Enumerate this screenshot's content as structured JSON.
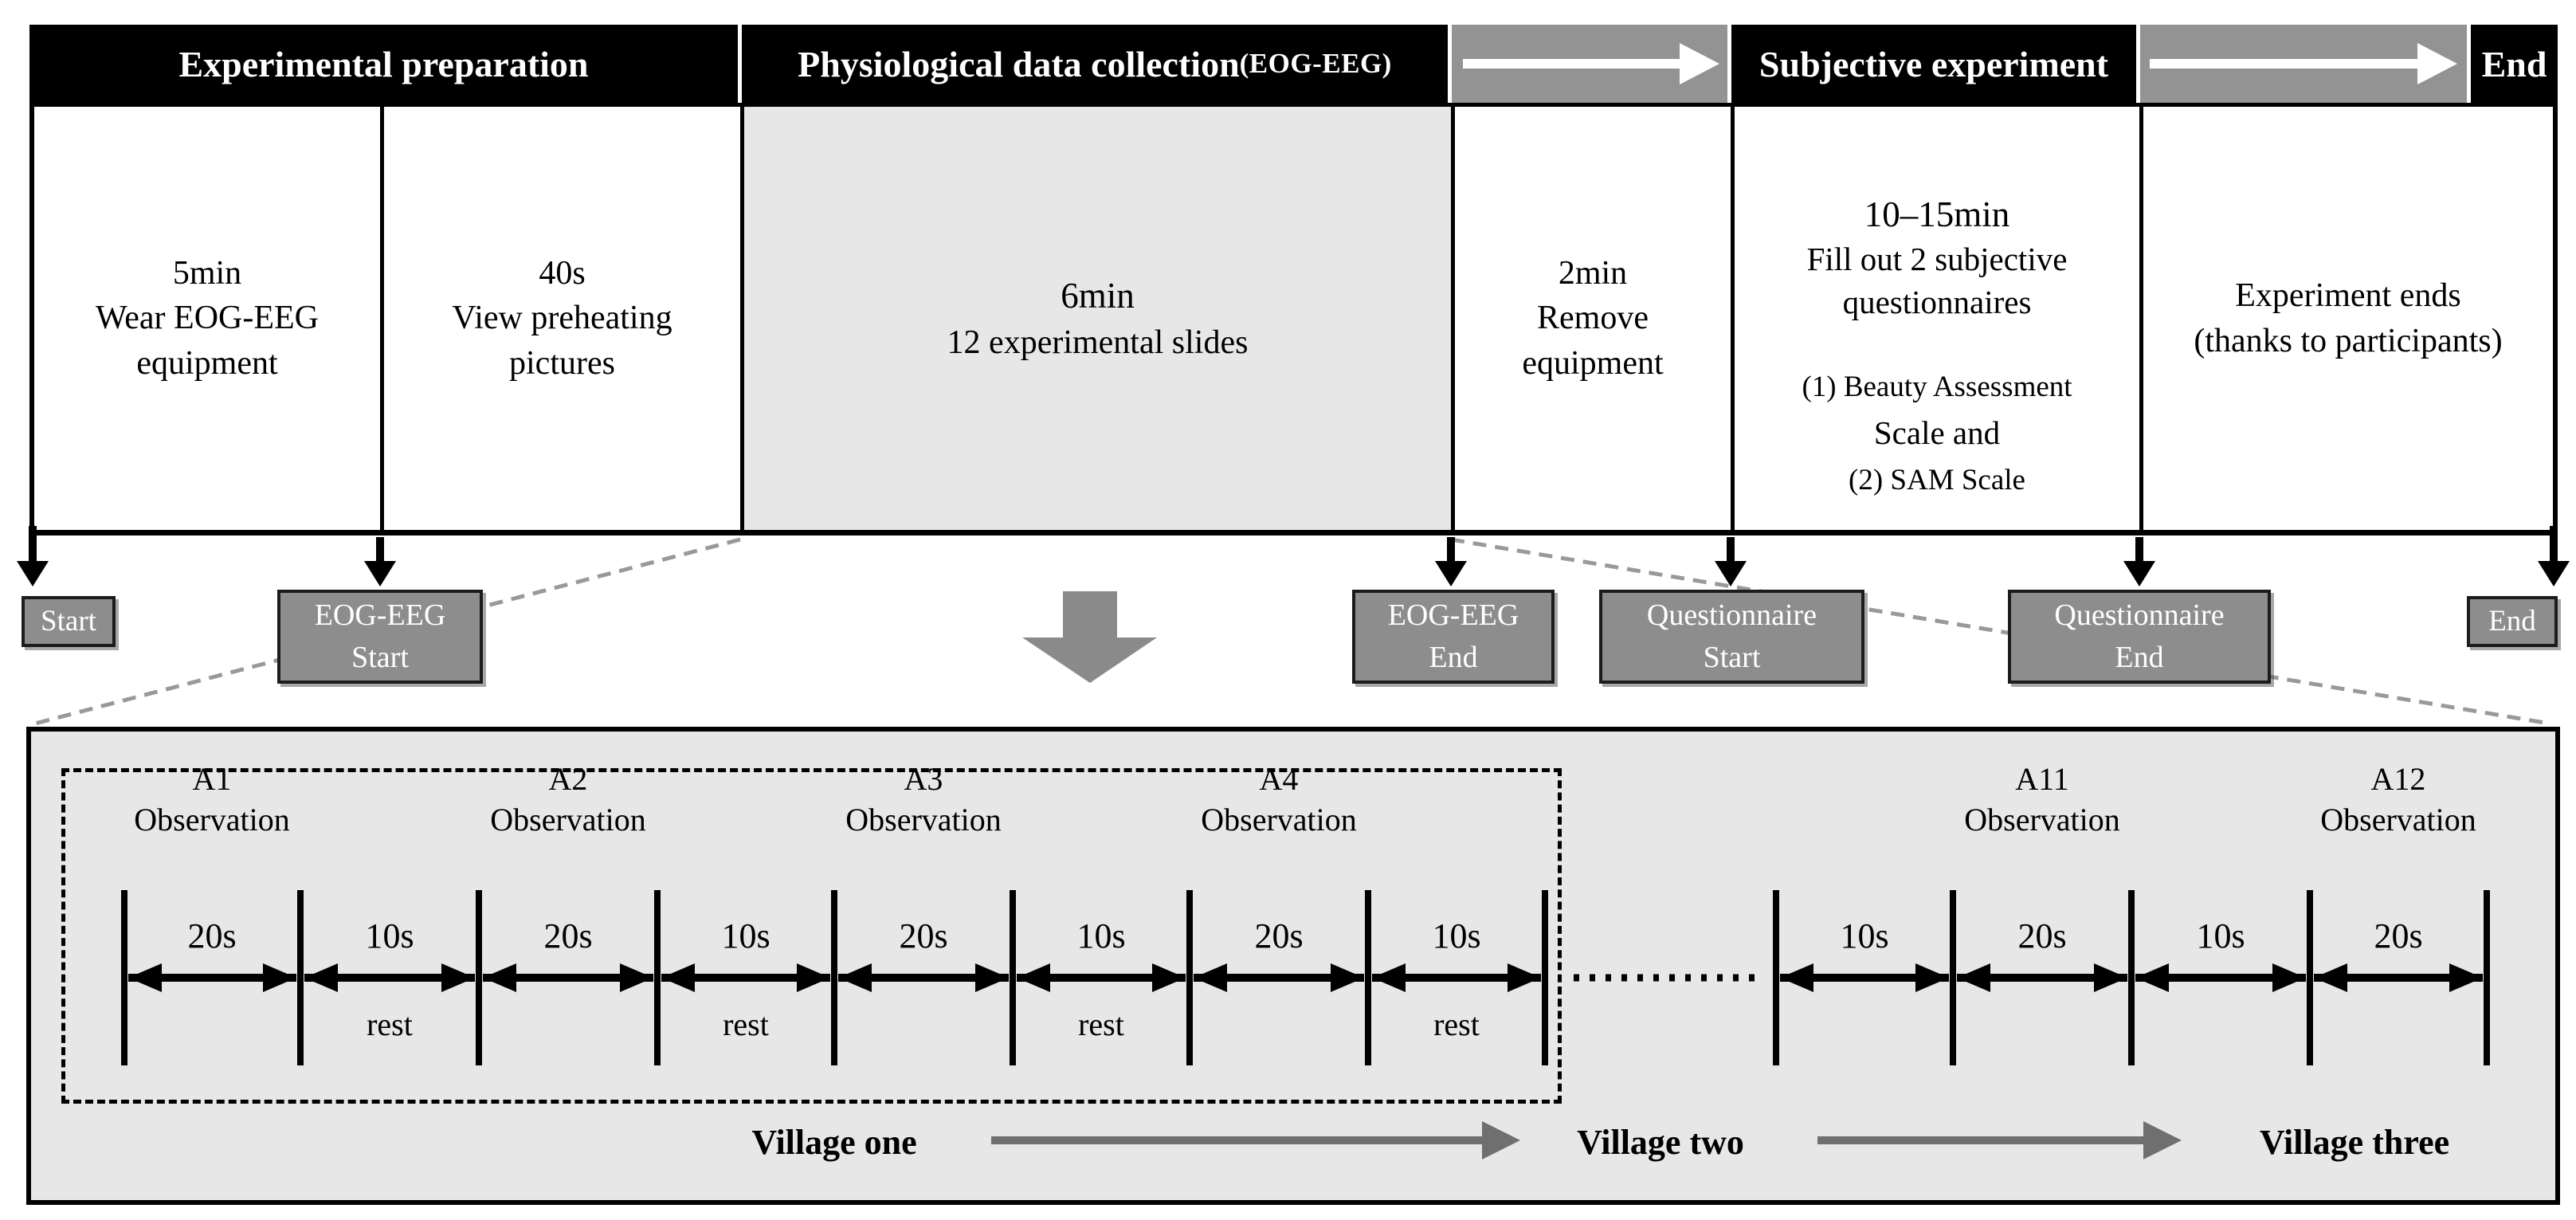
{
  "header": {
    "stages": [
      {
        "label": "Experimental preparation"
      },
      {
        "label": "Physiological data collection",
        "suffix": "(EOG-EEG)"
      },
      {
        "label": "Subjective experiment"
      },
      {
        "label": "End"
      }
    ]
  },
  "phases": [
    {
      "lines": [
        "5min",
        "Wear EOG-EEG",
        "equipment"
      ]
    },
    {
      "lines": [
        "40s",
        "View preheating",
        "pictures"
      ]
    },
    {
      "lines": [
        "6min",
        "12 experimental slides"
      ]
    },
    {
      "lines": [
        "2min",
        "Remove",
        "equipment"
      ]
    },
    {
      "duration": "10–15min",
      "task_lines": [
        "Fill out 2 subjective",
        "questionnaires"
      ],
      "detail_lines": [
        "(1) Beauty Assessment",
        "Scale and",
        "(2) SAM Scale"
      ]
    },
    {
      "lines": [
        "Experiment ends",
        "(thanks to participants)"
      ]
    }
  ],
  "markers": {
    "start": "Start",
    "eog_start": {
      "line1": "EOG-EEG",
      "line2": "Start"
    },
    "eog_end": {
      "line1": "EOG-EEG",
      "line2": "End"
    },
    "q_start": {
      "line1": "Questionnaire",
      "line2": "Start"
    },
    "q_end": {
      "line1": "Questionnaire",
      "line2": "End"
    },
    "end": "End"
  },
  "timeline": {
    "slides": [
      {
        "id": "A1",
        "caption": "Observation"
      },
      {
        "id": "A2",
        "caption": "Observation"
      },
      {
        "id": "A3",
        "caption": "Observation"
      },
      {
        "id": "A4",
        "caption": "Observation"
      },
      {
        "id": "A11",
        "caption": "Observation"
      },
      {
        "id": "A12",
        "caption": "Observation"
      }
    ],
    "durations": [
      "20s",
      "10s",
      "20s",
      "10s",
      "20s",
      "10s",
      "20s",
      "10s",
      "10s",
      "20s",
      "10s",
      "20s"
    ],
    "rest_label": "rest",
    "villages": [
      "Village one",
      "Village two",
      "Village three"
    ]
  },
  "colors": {
    "stage_bar": "#000000",
    "flow_arrow_block": "#939393",
    "marker_box": "#8d8d8d",
    "panel_background": "#e7e7e7",
    "big_arrow": "#8a8a8a",
    "village_arrow": "#6f6f6f"
  }
}
